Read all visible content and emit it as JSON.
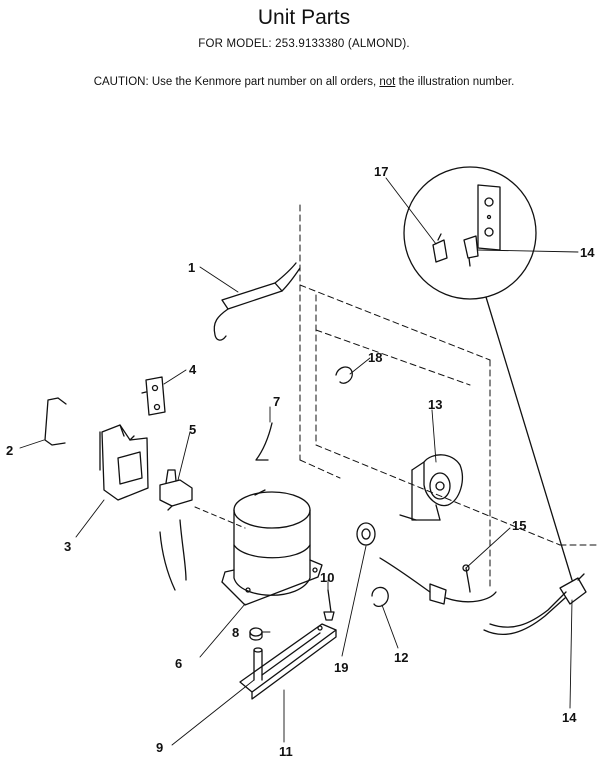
{
  "header": {
    "title": "Unit Parts",
    "subtitle": "FOR MODEL:  253.9133380  (ALMOND).",
    "caution_prefix": "CAUTION:  Use the Kenmore part number on all orders, ",
    "caution_emphasis": "not",
    "caution_suffix": " the illustration number."
  },
  "callouts": {
    "c1": "1",
    "c2": "2",
    "c3": "3",
    "c4": "4",
    "c5": "5",
    "c6": "6",
    "c7": "7",
    "c8": "8",
    "c9": "9",
    "c10": "10",
    "c11": "11",
    "c12": "12",
    "c13": "13",
    "c14a": "14",
    "c14b": "14",
    "c15": "15",
    "c17": "17",
    "c18": "18",
    "c19": "19"
  }
}
